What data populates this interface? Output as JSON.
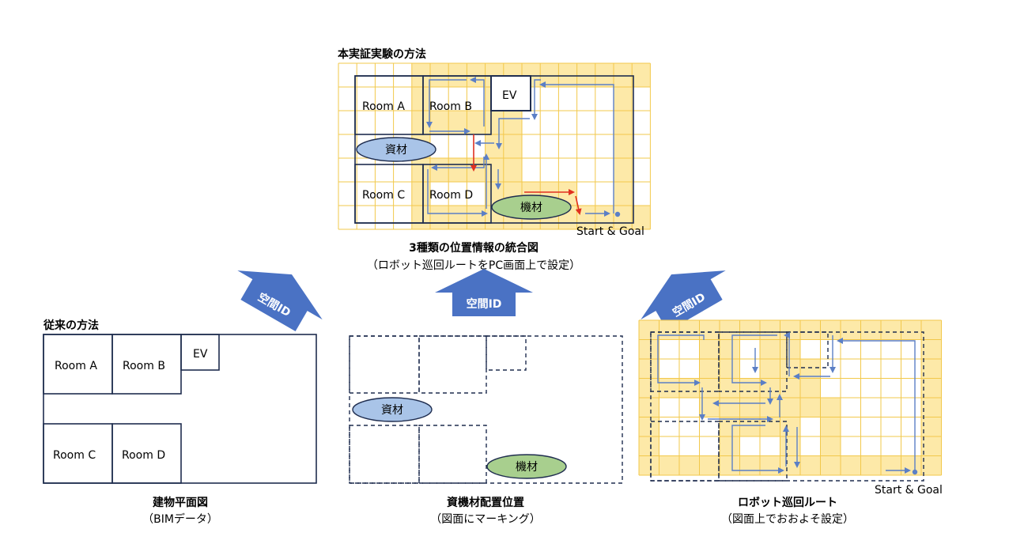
{
  "top": {
    "heading": "本実証実験の方法",
    "title": "3種類の位置情報の統合図",
    "subtitle": "（ロボット巡回ルートをPC画面上で設定）"
  },
  "left": {
    "heading": "従来の方法",
    "title": "建物平面図",
    "subtitle": "（BIMデータ）"
  },
  "middle": {
    "title": "資機材配置位置",
    "subtitle": "（図面にマーキング）"
  },
  "right": {
    "title": "ロボット巡回ルート",
    "subtitle": "（図面上でおおよそ設定）"
  },
  "labels": {
    "room_a": "Room A",
    "room_b": "Room B",
    "room_c": "Room C",
    "room_d": "Room D",
    "ev": "EV",
    "materials": "資材",
    "machinery": "機材",
    "start_goal": "Start & Goal",
    "spatial_id": "空間ID"
  },
  "colors": {
    "wall": "#1f2d4f",
    "grid": "#f2c84b",
    "grid_fill": "#fde9a8",
    "route": "#5b7fc6",
    "route_red": "#e03020",
    "arrow": "#4a72c4",
    "materials_fill": "#a9c4e8",
    "machinery_fill": "#a8cf8e"
  }
}
